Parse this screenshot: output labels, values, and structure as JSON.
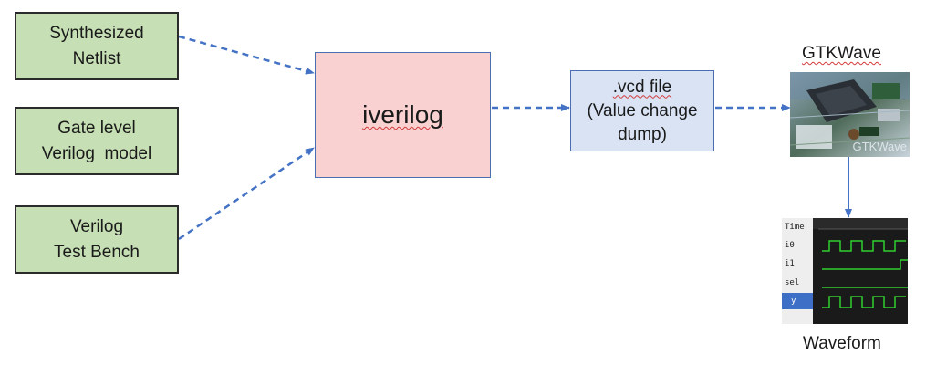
{
  "inputs": [
    {
      "line1": "Synthesized",
      "line2": "Netlist"
    },
    {
      "line1": "Gate level",
      "line2": "Verilog  model"
    },
    {
      "line1": "Verilog",
      "line2": "Test Bench"
    }
  ],
  "compiler": {
    "label": "iverilog"
  },
  "vcd": {
    "line1": ".vcd file",
    "line2": "(Value change",
    "line3": "dump)"
  },
  "viewer": {
    "title": "GTKWave",
    "image_overlay": "GTKWave"
  },
  "waveform": {
    "caption": "Waveform",
    "header": "Time",
    "signals": [
      "i0",
      "i1",
      "sel",
      "y"
    ]
  },
  "colors": {
    "green_box": "#c6dfb4",
    "pink_box": "#f8d1d0",
    "blue_box": "#d9e3f4",
    "arrow": "#4472c4",
    "wave_trace": "#2fd02f"
  }
}
